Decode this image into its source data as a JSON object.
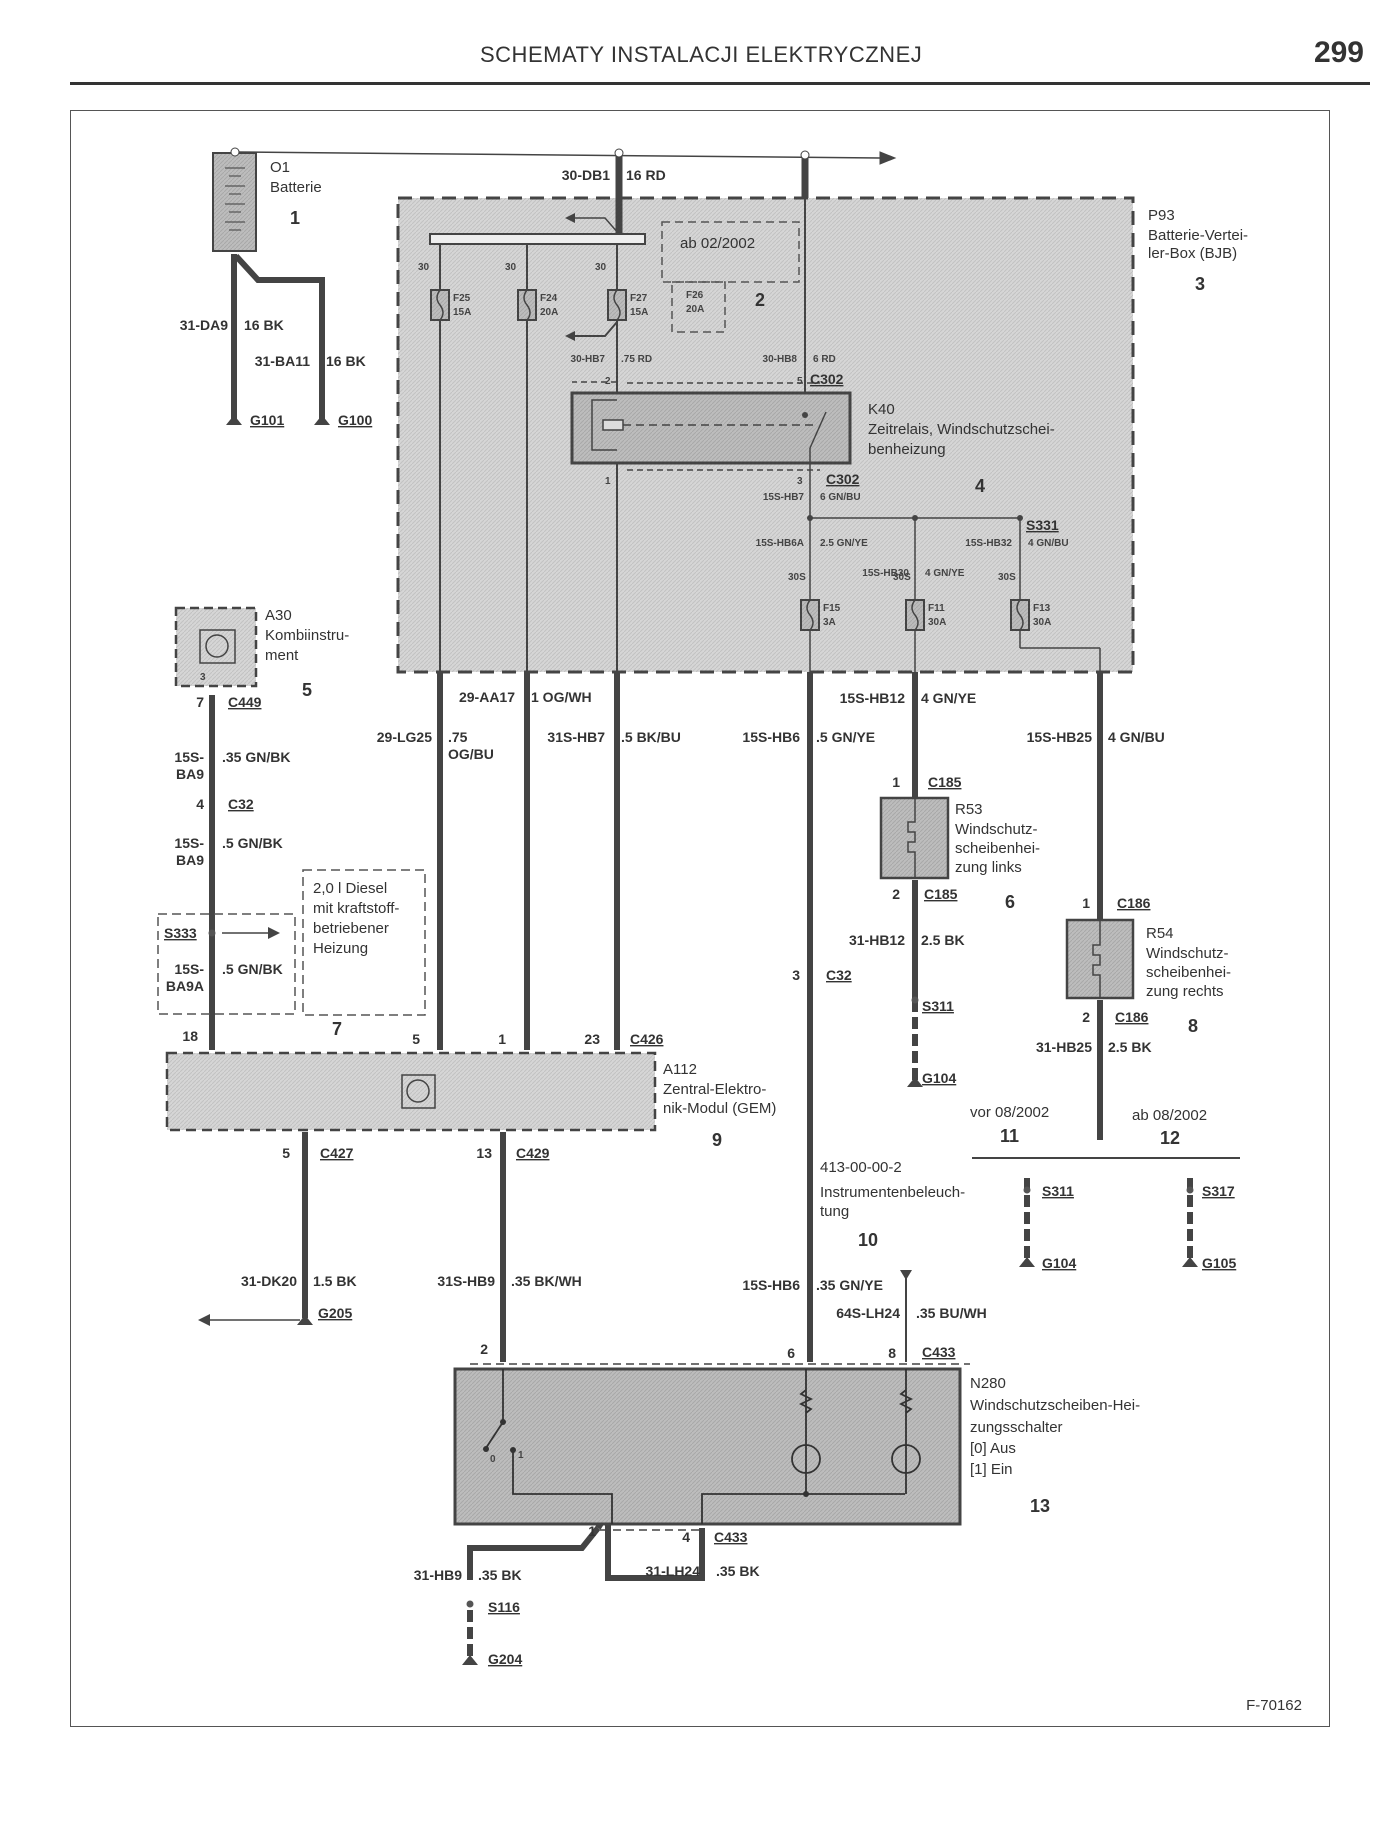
{
  "header": {
    "title": "SCHEMATY INSTALACJI ELEKTRYCZNEJ",
    "page_number": "299"
  },
  "figure_id": "F-70162",
  "components": {
    "battery": {
      "code": "O1",
      "name": "Batterie",
      "ref": "1"
    },
    "variant_box": {
      "label": "ab 02/2002",
      "ref": "2"
    },
    "bjb": {
      "code": "P93",
      "name_line1": "Batterie-Vertei-",
      "name_line2": "ler-Box (BJB)",
      "ref": "3"
    },
    "relay": {
      "code": "K40",
      "name_line1": "Zeitrelais, Windschutzschei-",
      "name_line2": "benheizung",
      "ref": "4"
    },
    "cluster": {
      "code": "A30",
      "name_line1": "Kombiinstru-",
      "name_line2": "ment",
      "ref": "5",
      "pin": "3"
    },
    "heater_left": {
      "code": "R53",
      "name_line1": "Windschutz-",
      "name_line2": "scheibenhei-",
      "name_line3": "zung links",
      "ref": "6"
    },
    "diesel_note": {
      "line1": "2,0 l Diesel",
      "line2": "mit kraftstoff-",
      "line3": "betriebener",
      "line4": "Heizung",
      "ref": "7"
    },
    "heater_right": {
      "code": "R54",
      "name_line1": "Windschutz-",
      "name_line2": "scheibenhei-",
      "name_line3": "zung rechts",
      "ref": "8"
    },
    "gem": {
      "code": "A112",
      "name_line1": "Zentral-Elektro-",
      "name_line2": "nik-Modul (GEM)",
      "ref": "9"
    },
    "instr_light": {
      "code": "413-00-00-2",
      "name_line1": "Instrumentenbeleuch-",
      "name_line2": "tung",
      "ref": "10"
    },
    "ground_variant_before": {
      "label": "vor 08/2002",
      "ref": "11"
    },
    "ground_variant_after": {
      "label": "ab 08/2002",
      "ref": "12"
    },
    "switch": {
      "code": "N280",
      "name_line1": "Windschutzscheiben-Hei-",
      "name_line2": "zungsschalter",
      "state0": "[0] Aus",
      "state1": "[1] Ein",
      "ref": "13",
      "pos0": "0",
      "pos1": "1"
    }
  },
  "fuses": [
    {
      "id": "F25",
      "rating": "15A",
      "terminal": "30"
    },
    {
      "id": "F24",
      "rating": "20A",
      "terminal": "30"
    },
    {
      "id": "F27",
      "rating": "15A",
      "terminal": "30"
    },
    {
      "id": "F26",
      "rating": "20A",
      "terminal": ""
    },
    {
      "id": "F15",
      "rating": "3A",
      "terminal": "30S"
    },
    {
      "id": "F11",
      "rating": "30A",
      "terminal": "30S"
    },
    {
      "id": "F13",
      "rating": "30A",
      "terminal": "30S"
    }
  ],
  "wires": {
    "w_31da9": {
      "circuit": "31-DA9",
      "spec": "16 BK"
    },
    "w_31ba11": {
      "circuit": "31-BA11",
      "spec": "16 BK"
    },
    "w_30db1": {
      "circuit": "30-DB1",
      "spec": "16 RD"
    },
    "w_30hb7": {
      "circuit": "30-HB7",
      "spec": ".75 RD"
    },
    "w_30hb8": {
      "circuit": "30-HB8",
      "spec": "6 RD"
    },
    "w_15shb7": {
      "circuit": "15S-HB7",
      "spec": "6 GN/BU"
    },
    "w_15shb6a": {
      "circuit": "15S-HB6A",
      "spec": "2.5 GN/YE"
    },
    "w_15shb30": {
      "circuit": "15S-HB30",
      "spec": "4 GN/YE"
    },
    "w_15shb32": {
      "circuit": "15S-HB32",
      "spec": "4 GN/BU"
    },
    "w_29aa17": {
      "circuit": "29-AA17",
      "spec": "1 OG/WH"
    },
    "w_29lg25": {
      "circuit": "29-LG25",
      "spec_line1": ".75",
      "spec_line2": "OG/BU"
    },
    "w_31shb7": {
      "circuit": "31S-HB7",
      "spec": ".5 BK/BU"
    },
    "w_15shb6": {
      "circuit": "15S-HB6",
      "spec": ".5 GN/YE"
    },
    "w_15shb12": {
      "circuit": "15S-HB12",
      "spec": "4 GN/YE"
    },
    "w_15shb25": {
      "circuit": "15S-HB25",
      "spec": "4 GN/BU"
    },
    "w_15sba9_1": {
      "circuit_line1": "15S-",
      "circuit_line2": "BA9",
      "spec": ".35 GN/BK"
    },
    "w_15sba9_2": {
      "circuit_line1": "15S-",
      "circuit_line2": "BA9",
      "spec": ".5 GN/BK"
    },
    "w_15sba9a": {
      "circuit_line1": "15S-",
      "circuit_line2": "BA9A",
      "spec": ".5 GN/BK"
    },
    "w_31hb12": {
      "circuit": "31-HB12",
      "spec": "2.5 BK"
    },
    "w_31hb25": {
      "circuit": "31-HB25",
      "spec": "2.5 BK"
    },
    "w_31dk20": {
      "circuit": "31-DK20",
      "spec": "1.5 BK"
    },
    "w_31shb9": {
      "circuit": "31S-HB9",
      "spec": ".35 BK/WH"
    },
    "w_15shb6_b": {
      "circuit": "15S-HB6",
      "spec": ".35 GN/YE"
    },
    "w_64slh24": {
      "circuit": "64S-LH24",
      "spec": ".35 BU/WH"
    },
    "w_31hb9": {
      "circuit": "31-HB9",
      "spec": ".35 BK"
    },
    "w_31lh24": {
      "circuit": "31-LH24",
      "spec": ".35 BK"
    }
  },
  "connectors": {
    "c302_top": {
      "id": "C302",
      "pin_a": "2",
      "pin_b": "5"
    },
    "c302_bot": {
      "id": "C302",
      "pin_a": "1",
      "pin_b": "3"
    },
    "c449": {
      "id": "C449",
      "pin": "7"
    },
    "c32_a": {
      "id": "C32",
      "pin": "4"
    },
    "c32_b": {
      "id": "C32",
      "pin": "3"
    },
    "c185_1": {
      "id": "C185",
      "pin": "1"
    },
    "c185_2": {
      "id": "C185",
      "pin": "2"
    },
    "c186_1": {
      "id": "C186",
      "pin": "1"
    },
    "c186_2": {
      "id": "C186",
      "pin": "2"
    },
    "c426": {
      "id": "C426",
      "pins": [
        "18",
        "5",
        "1",
        "23"
      ]
    },
    "c427": {
      "id": "C427",
      "pin": "5"
    },
    "c429": {
      "id": "C429",
      "pin": "13"
    },
    "c433_top": {
      "id": "C433",
      "pins": [
        "2",
        "6",
        "8"
      ]
    },
    "c433_bot": {
      "id": "C433",
      "pins": [
        "1",
        "4"
      ]
    }
  },
  "splices": {
    "s331": "S331",
    "s333": "S333",
    "s311_a": "S311",
    "s311_b": "S311",
    "s317": "S317",
    "s116": "S116"
  },
  "grounds": {
    "g101": "G101",
    "g100": "G100",
    "g104_a": "G104",
    "g104_b": "G104",
    "g105": "G105",
    "g205": "G205",
    "g204": "G204"
  },
  "colors": {
    "wire": "#444444",
    "module_fill": "#c8c8c8",
    "box_fill": "#dedede",
    "dashed": "#444444"
  }
}
